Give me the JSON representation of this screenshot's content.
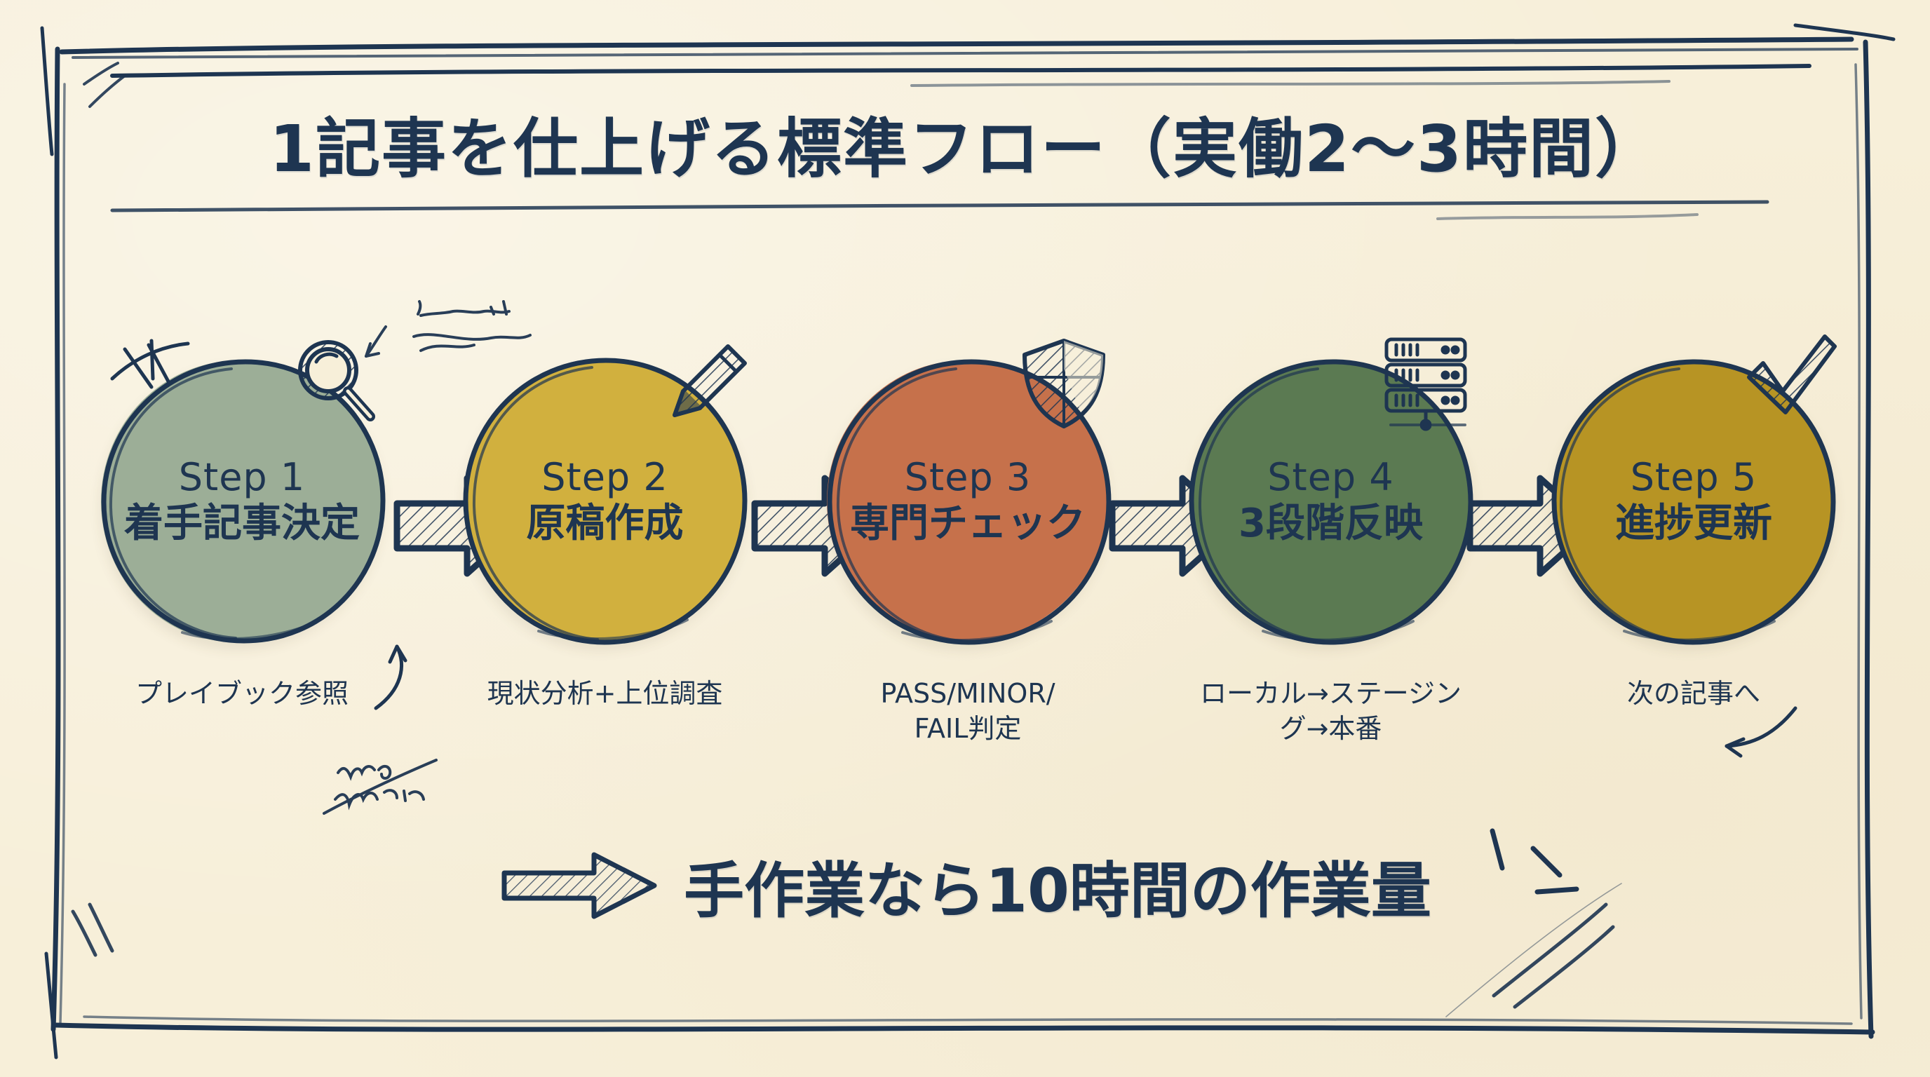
{
  "title": "1記事を仕上げる標準フロー（実働2〜3時間）",
  "colors": {
    "background": "#f7efd9",
    "ink": "#1e3551",
    "step1": "#9cae97",
    "step2": "#d1b03e",
    "step3": "#c6714b",
    "step4": "#5b7a52",
    "step5": "#b79424"
  },
  "steps": [
    {
      "number": "Step 1",
      "name": "着手記事決定",
      "caption": "プレイブック参照",
      "icon": "magnifier-icon",
      "color": "#9cae97"
    },
    {
      "number": "Step 2",
      "name": "原稿作成",
      "caption": "現状分析+上位調査",
      "icon": "pencil-icon",
      "color": "#d1b03e"
    },
    {
      "number": "Step 3",
      "name": "専門チェック",
      "caption": "PASS/MINOR/\nFAIL判定",
      "icon": "shield-icon",
      "color": "#c6714b"
    },
    {
      "number": "Step 4",
      "name": "3段階反映",
      "caption": "ローカル→ステージン\nグ→本番",
      "icon": "server-icon",
      "color": "#5b7a52"
    },
    {
      "number": "Step 5",
      "name": "進捗更新",
      "caption": "次の記事へ",
      "icon": "checkmark-icon",
      "color": "#b79424"
    }
  ],
  "footer": {
    "arrow_icon": "right-arrow-icon",
    "text": "手作業なら10時間の作業量"
  },
  "annotations": {
    "sparkle": "sparkle-mark",
    "scribble_top": "handwritten-scribble",
    "scribble_bottom": "handwritten-scribble",
    "emphasis_lines": "emphasis-lines"
  }
}
